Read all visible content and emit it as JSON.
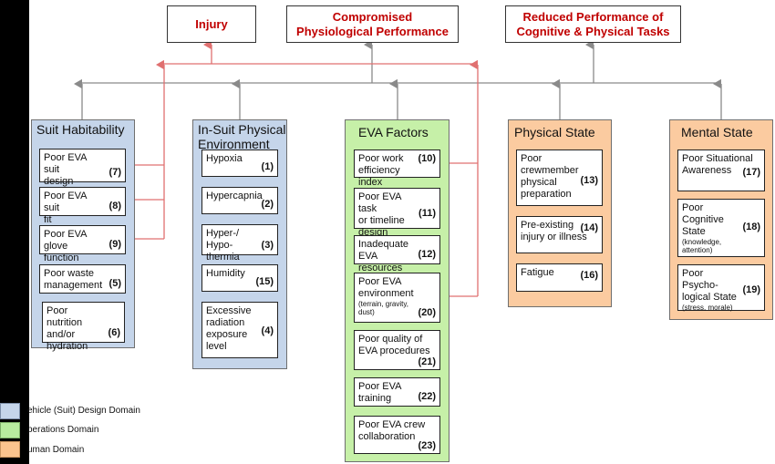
{
  "outcomes": {
    "injury": "Injury",
    "physio": "Compromised\nPhysiological Performance",
    "cognitive": "Reduced Performance of\nCognitive & Physical Tasks"
  },
  "panels": {
    "suit": {
      "title": "Suit Habitability",
      "items": [
        {
          "label": "Poor EVA suit\ndesign",
          "num": "(7)"
        },
        {
          "label": "Poor EVA suit\nfit",
          "num": "(8)"
        },
        {
          "label": "Poor EVA glove\nfunction",
          "num": "(9)"
        },
        {
          "label": "Poor waste\nmanagement",
          "num": "(5)"
        },
        {
          "label": "Poor nutrition\nand/or\nhydration",
          "num": "(6)"
        }
      ]
    },
    "insuit": {
      "title": "In-Suit Physical\nEnvironment",
      "items": [
        {
          "label": "Hypoxia",
          "num": "(1)"
        },
        {
          "label": "Hypercapnia",
          "num": "(2)"
        },
        {
          "label": "Hyper-/ Hypo-\nthermia",
          "num": "(3)"
        },
        {
          "label": "Humidity",
          "num": "(15)"
        },
        {
          "label": "Excessive\nradiation\nexposure\nlevel",
          "num": "(4)"
        }
      ]
    },
    "eva": {
      "title": "EVA Factors",
      "items": [
        {
          "label": "Poor work\nefficiency index",
          "num": "(10)"
        },
        {
          "label": "Poor EVA task\nor timeline\ndesign",
          "num": "(11)"
        },
        {
          "label": "Inadequate EVA\nresources",
          "num": "(12)"
        },
        {
          "label": "Poor EVA\nenvironment",
          "sub": "(terrain, gravity,\ndust)",
          "num": "(20)"
        },
        {
          "label": "Poor quality of\nEVA procedures",
          "num": "(21)"
        },
        {
          "label": "Poor EVA\ntraining",
          "num": "(22)"
        },
        {
          "label": "Poor EVA crew\ncollaboration",
          "num": "(23)"
        }
      ]
    },
    "physical": {
      "title": "Physical State",
      "items": [
        {
          "label": "Poor\ncrewmember\nphysical\npreparation",
          "num": "(13)"
        },
        {
          "label": "Pre-existing\ninjury or illness",
          "num": "(14)"
        },
        {
          "label": "Fatigue",
          "num": "(16)"
        }
      ]
    },
    "mental": {
      "title": "Mental State",
      "items": [
        {
          "label": "Poor Situational\nAwareness",
          "num": "(17)"
        },
        {
          "label": "Poor Cognitive\nState",
          "sub": "(knowledge,\nattention)",
          "num": "(18)"
        },
        {
          "label": "Poor Psycho-\nlogical State",
          "sub": "(stress, morale)",
          "num": "(19)"
        }
      ]
    }
  },
  "legend": [
    {
      "label": "ehicle (Suit) Design Domain",
      "color": "#c5d5ea"
    },
    {
      "label": "perations  Domain",
      "color": "#b8ec9f"
    },
    {
      "label": "uman  Domain",
      "color": "#fbc48e"
    }
  ],
  "colors": {
    "suit_bg": "#c5d5ea",
    "insuit_bg": "#c5d5ea",
    "eva_bg": "#c6f0a8",
    "physical_bg": "#fbcba0",
    "mental_bg": "#fbcba0",
    "grey_line": "#8a8a8a",
    "red_line": "#e07070",
    "outcome_text": "#c00000"
  }
}
